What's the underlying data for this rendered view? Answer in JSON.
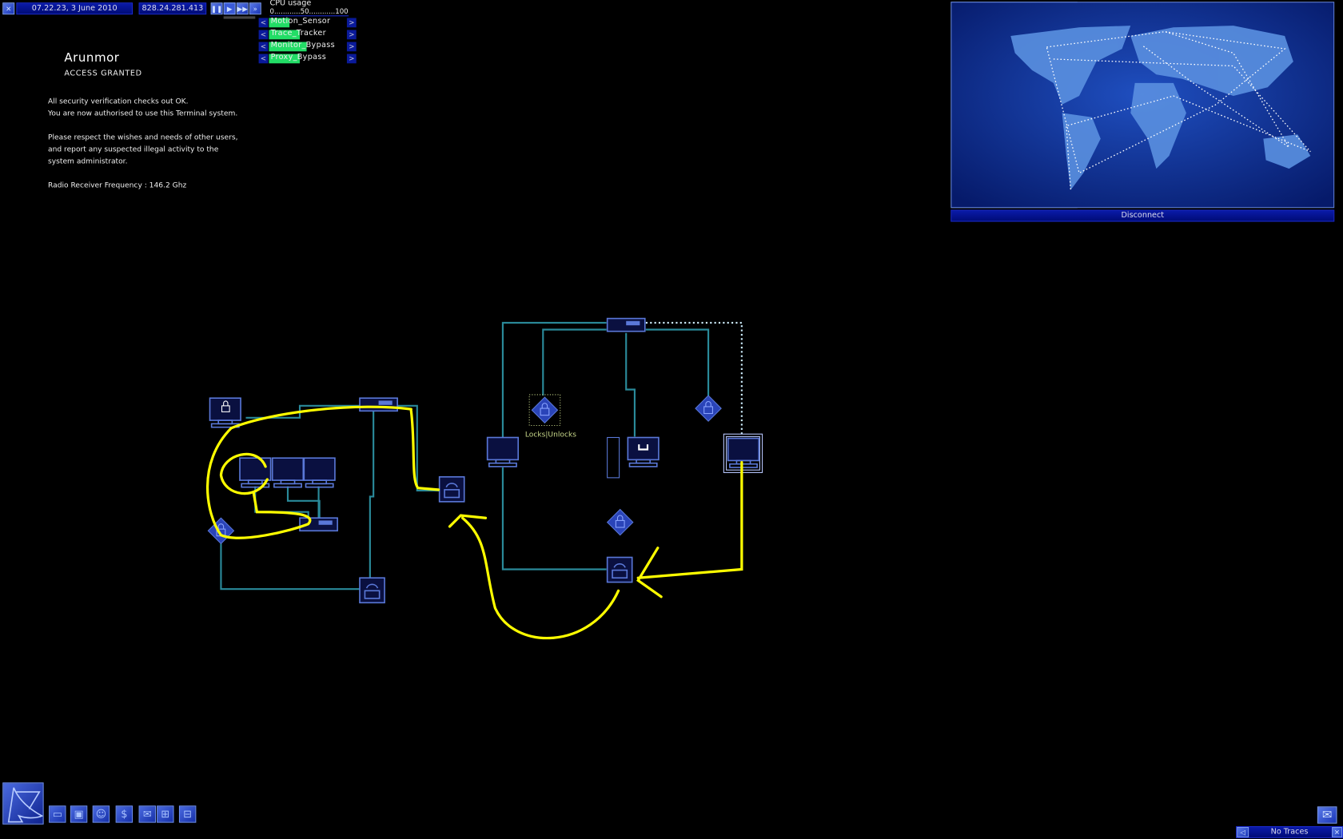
{
  "topbar": {
    "date": "07.22.23, 3 June 2010",
    "ip": "828.24.281.413",
    "cpu_label": "CPU usage",
    "cpu_scale": "0............50............100"
  },
  "tasks": [
    {
      "name": "Motion_Sensor",
      "progress": 0.3
    },
    {
      "name": "Trace_Tracker",
      "progress": 0.45
    },
    {
      "name": "Monitor_Bypass",
      "progress": 0.55
    },
    {
      "name": "Proxy_Bypass",
      "progress": 0.45
    }
  ],
  "login": {
    "user": "Arunmor",
    "status": "ACCESS GRANTED",
    "lines": [
      "All security verification checks out OK.",
      "You are now authorised to use this Terminal system.",
      "Please respect the wishes and needs of other users,",
      "and report any suspected illegal activity to the",
      "system administrator.",
      "Radio Receiver Frequency : 146.2 Ghz"
    ]
  },
  "map": {
    "disconnect": "Disconnect"
  },
  "network": {
    "locks_label": "Locks|Unlocks"
  },
  "status": {
    "traces": "No Traces"
  },
  "colors": {
    "link": "#2a8a9a",
    "annotation": "#ffff00",
    "node": "#5a78d8"
  }
}
